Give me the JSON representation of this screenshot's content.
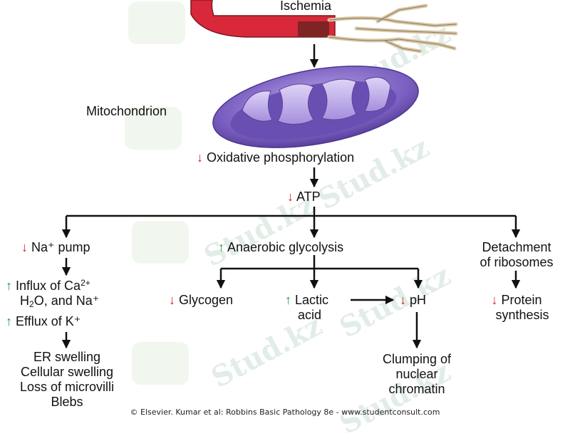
{
  "title": "Ischemia",
  "mitochondrion_label": "Mitochondrion",
  "oxidative": "Oxidative phosphorylation",
  "atp": "ATP",
  "na_pump": "Na⁺ pump",
  "influx_line1_pre": "Influx of Ca",
  "influx_line1_sup": "2+",
  "influx_line2_a": "H",
  "influx_line2_sub": "2",
  "influx_line2_b": "O, and Na⁺",
  "efflux": "Efflux of K⁺",
  "er_swelling": "ER swelling",
  "cellular_swelling": "Cellular swelling",
  "loss_microvilli": "Loss of microvilli",
  "blebs": "Blebs",
  "anaerobic": "Anaerobic glycolysis",
  "glycogen": "Glycogen",
  "lactic_line1": "Lactic",
  "lactic_line2": "acid",
  "ph": "pH",
  "clumping_line1": "Clumping of",
  "clumping_line2": "nuclear",
  "clumping_line3": "chromatin",
  "detachment_line1": "Detachment",
  "detachment_line2": "of ribosomes",
  "protein_line1": "Protein",
  "protein_line2": "synthesis",
  "credit": "© Elsevier. Kumar et al: Robbins Basic Pathology 8e - www.studentconsult.com",
  "watermark": "Stud.kz",
  "colors": {
    "increase": "#1f9a3a",
    "decrease": "#d0202a",
    "arrow": "#111111",
    "vessel": "#d8283a",
    "mito": "#7a5fc0"
  }
}
